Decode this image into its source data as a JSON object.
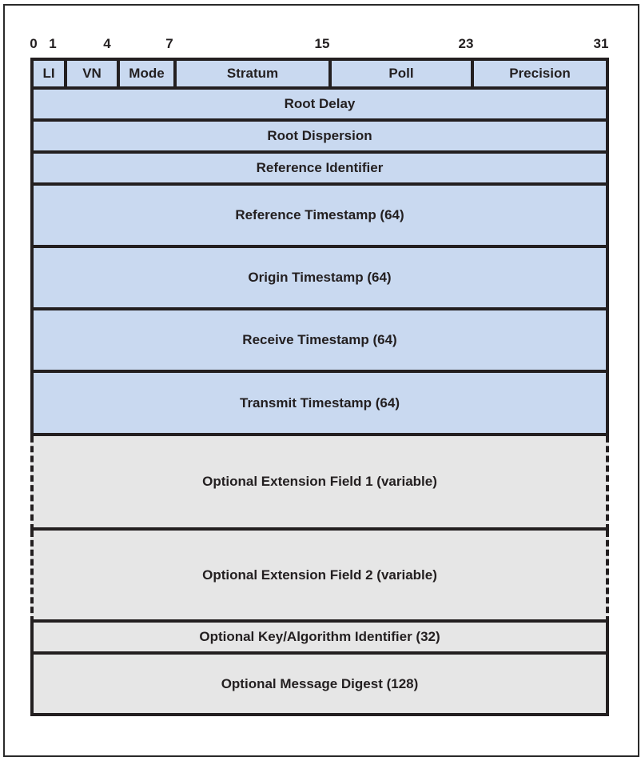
{
  "colors": {
    "field_fill": "#c9d9f0",
    "optional_fill": "#e6e6e6",
    "line": "#231f20"
  },
  "packet": {
    "bit_labels": [
      "0",
      "1",
      "4",
      "7",
      "15",
      "23",
      "31"
    ],
    "header_cells": [
      "LI",
      "VN",
      "Mode",
      "Stratum",
      "Poll",
      "Precision"
    ],
    "rows": [
      "Root Delay",
      "Root Dispersion",
      "Reference Identifier",
      "Reference Timestamp (64)",
      "Origin Timestamp (64)",
      "Receive Timestamp (64)",
      "Transmit Timestamp (64)",
      "Optional Extension Field 1 (variable)",
      "Optional Extension Field 2 (variable)",
      "Optional Key/Algorithm Identifier (32)",
      "Optional Message Digest (128)"
    ]
  }
}
